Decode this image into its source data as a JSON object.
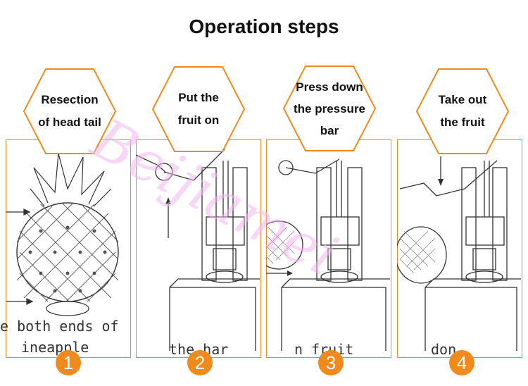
{
  "title": "Operation steps",
  "watermark_text": "Beijiamei",
  "accent_color": "#f08a1c",
  "steps": [
    {
      "number": "1",
      "lines": [
        "Resection",
        "of head tail"
      ],
      "caption_lines": [
        "e both ends of",
        "ineapple"
      ],
      "illustration": "pineapple-icon"
    },
    {
      "number": "2",
      "lines": [
        "Put the",
        "fruit on"
      ],
      "caption_lines": [
        "the har"
      ],
      "illustration": "peeler-machine-icon"
    },
    {
      "number": "3",
      "lines": [
        "Press down",
        "the pressure",
        "bar"
      ],
      "caption_lines": [
        "n fruit"
      ],
      "illustration": "peeler-machine-icon"
    },
    {
      "number": "4",
      "lines": [
        "Take out",
        "the fruit"
      ],
      "caption_lines": [
        "don"
      ],
      "illustration": "peeler-machine-icon"
    }
  ]
}
